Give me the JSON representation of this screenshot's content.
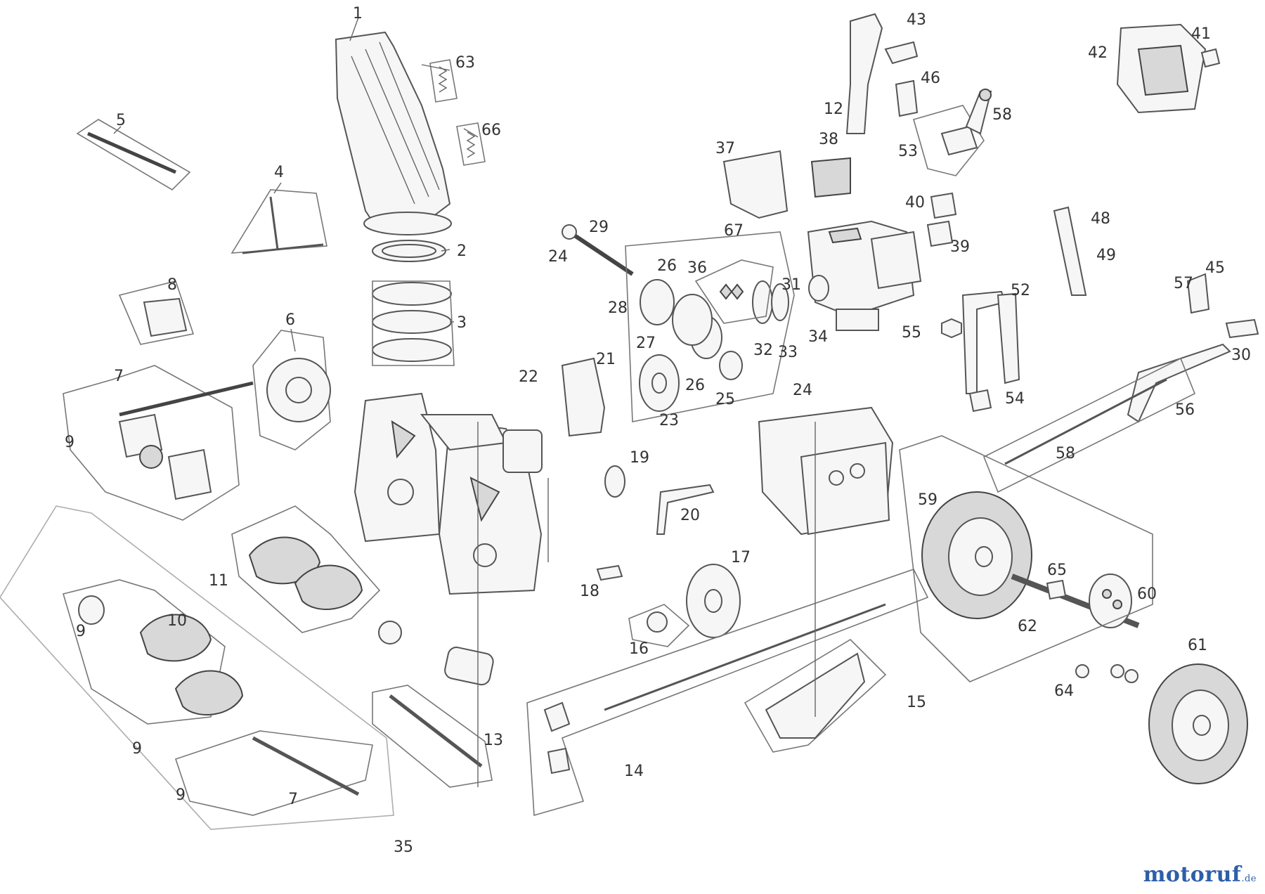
{
  "diagram": {
    "labels": [
      "1",
      "2",
      "3",
      "4",
      "5",
      "6",
      "7",
      "7",
      "8",
      "9",
      "9",
      "9",
      "9",
      "10",
      "11",
      "12",
      "13",
      "14",
      "15",
      "16",
      "17",
      "18",
      "19",
      "20",
      "21",
      "22",
      "23",
      "24",
      "24",
      "25",
      "26",
      "26",
      "27",
      "28",
      "29",
      "30",
      "31",
      "32",
      "33",
      "34",
      "35",
      "36",
      "37",
      "38",
      "39",
      "40",
      "41",
      "42",
      "43",
      "45",
      "46",
      "48",
      "49",
      "52",
      "53",
      "54",
      "55",
      "56",
      "57",
      "58",
      "58",
      "59",
      "60",
      "61",
      "62",
      "63",
      "64",
      "65",
      "66",
      "67"
    ]
  },
  "watermark": {
    "text": "motoruf",
    "tld": ".de"
  }
}
